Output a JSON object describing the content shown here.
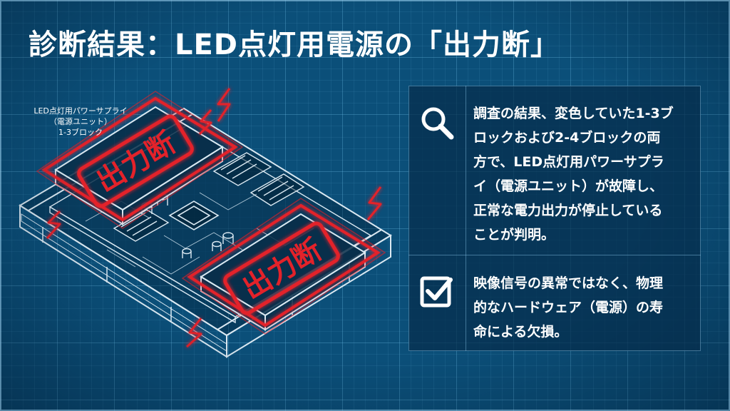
{
  "title": "診断結果：LED点灯用電源の「出力断」",
  "device_label": {
    "line1": "LED点灯用パワーサプライ",
    "line2": "（電源ユニット）",
    "line3": "1-3ブロック"
  },
  "stamps": {
    "upper": "出力断",
    "lower": "出力断"
  },
  "findings": [
    {
      "icon": "search-icon",
      "lines": [
        "調査の結果、変色していた1-3ブ",
        "ロックおよび2-4ブロックの両",
        "方で、LED点灯用パワーサプラ",
        "イ（電源ユニット）が故障し、",
        "正常な電力出力が停止している",
        "ことが判明。"
      ]
    },
    {
      "icon": "check-icon",
      "lines": [
        "映像信号の異常ではなく、物理",
        "的なハードウェア（電源）の寿",
        "命による欠損。"
      ]
    }
  ],
  "colors": {
    "background": "#0b4f79",
    "line": "#dbe9f2",
    "alert": "#e3222a",
    "panel": "#062d4b"
  }
}
